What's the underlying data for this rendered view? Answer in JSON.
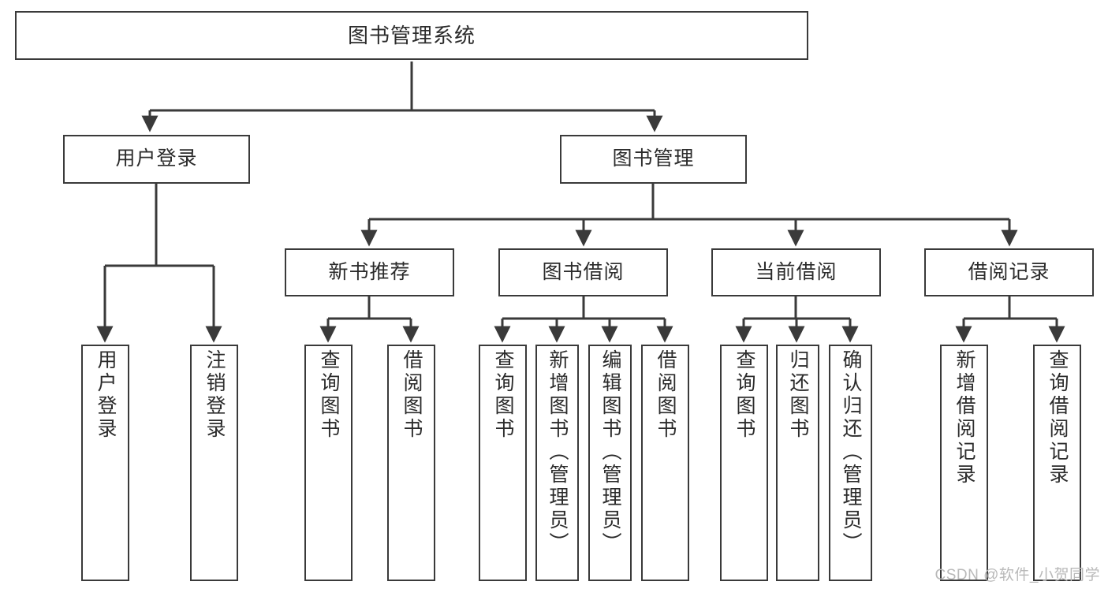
{
  "diagram": {
    "title": "图书管理系统",
    "type": "tree",
    "watermark": "CSDN @软件_小贺同学",
    "colors": {
      "box_border": "#3a3a3a",
      "box_fill": "#ffffff",
      "text": "#2b2b2b",
      "connector": "#3a3a3a",
      "watermark": "#b9b9b9",
      "background": "#ffffff"
    },
    "root": {
      "label": "图书管理系统"
    },
    "level2": [
      {
        "label": "用户登录"
      },
      {
        "label": "图书管理"
      }
    ],
    "level3": [
      {
        "label": "新书推荐"
      },
      {
        "label": "图书借阅"
      },
      {
        "label": "当前借阅"
      },
      {
        "label": "借阅记录"
      }
    ],
    "leaves": [
      {
        "label": "用户登录",
        "parent": "用户登录"
      },
      {
        "label": "注销登录",
        "parent": "用户登录"
      },
      {
        "label": "查询图书",
        "parent": "新书推荐"
      },
      {
        "label": "借阅图书",
        "parent": "新书推荐"
      },
      {
        "label": "查询图书",
        "parent": "图书借阅"
      },
      {
        "label": "新增图书（管理员）",
        "parent": "图书借阅"
      },
      {
        "label": "编辑图书（管理员）",
        "parent": "图书借阅"
      },
      {
        "label": "借阅图书",
        "parent": "图书借阅"
      },
      {
        "label": "查询图书",
        "parent": "当前借阅"
      },
      {
        "label": "归还图书",
        "parent": "当前借阅"
      },
      {
        "label": "确认归还（管理员）",
        "parent": "当前借阅"
      },
      {
        "label": "新增借阅记录",
        "parent": "借阅记录"
      },
      {
        "label": "查询借阅记录",
        "parent": "借阅记录"
      }
    ]
  }
}
